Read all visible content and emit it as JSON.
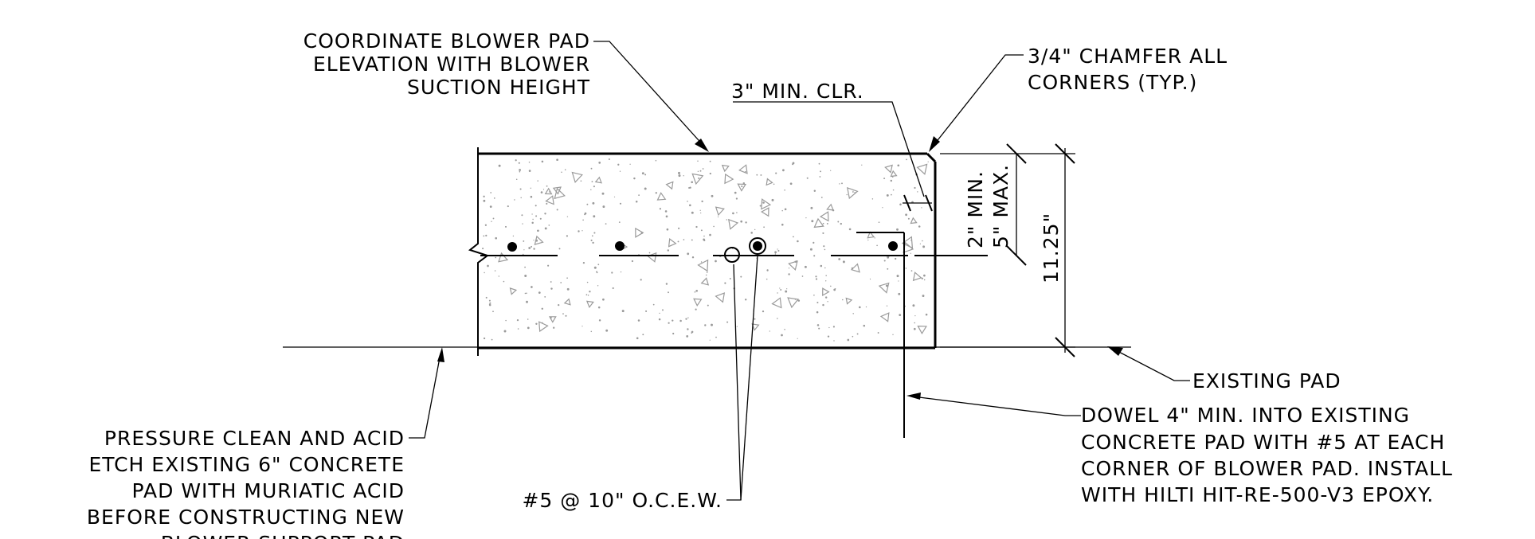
{
  "notes": {
    "coordinate": [
      "COORDINATE BLOWER PAD",
      "ELEVATION WITH BLOWER",
      "SUCTION HEIGHT"
    ],
    "chamfer": [
      "3/4\" CHAMFER ALL",
      "CORNERS (TYP.)"
    ],
    "clearance": "3\" MIN. CLR.",
    "cover_min": "2\" MIN.",
    "cover_max": "5\" MAX.",
    "height": "11.25\"",
    "existing_pad": "EXISTING PAD",
    "dowel": [
      "DOWEL 4\" MIN. INTO EXISTING",
      "CONCRETE PAD WITH #5 AT EACH",
      "CORNER OF BLOWER PAD. INSTALL",
      "WITH HILTI HIT-RE-500-V3 EPOXY."
    ],
    "pressure_clean": [
      "PRESSURE CLEAN AND ACID",
      "ETCH EXISTING 6\" CONCRETE",
      "PAD WITH MURIATIC ACID",
      "BEFORE CONSTRUCTING NEW",
      "BLOWER SUPPORT PAD"
    ],
    "rebar": "#5 @ 10\" O.C.E.W."
  }
}
